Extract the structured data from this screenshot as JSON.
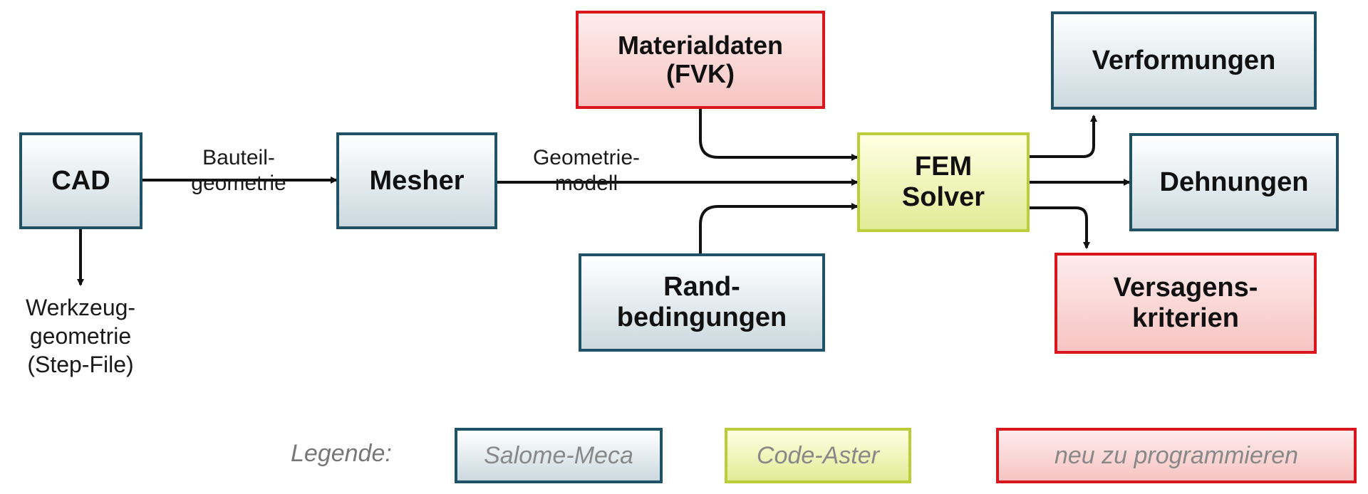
{
  "nodes": {
    "cad": "CAD",
    "mesher": "Mesher",
    "material": [
      "Materialdaten",
      "(FVK)"
    ],
    "fem": [
      "FEM",
      "Solver"
    ],
    "rand": [
      "Rand-",
      "bedingungen"
    ],
    "verformungen": "Verformungen",
    "dehnungen": "Dehnungen",
    "versagen": [
      "Versagens-",
      "kriterien"
    ]
  },
  "edge_labels": {
    "bauteil": [
      "Bauteil-",
      "geometrie"
    ],
    "geometrie": [
      "Geometrie-",
      "modell"
    ],
    "werkzeug": [
      "Werkzeug-",
      "geometrie",
      "(Step-File)"
    ]
  },
  "legend": {
    "title": "Legende:",
    "salome": "Salome-Meca",
    "aster": "Code-Aster",
    "neu": "neu zu programmieren"
  },
  "colors": {
    "salome_border": "#1f5266",
    "aster_border": "#bccd3a",
    "neu_border": "#d9161c",
    "arrow": "#111111"
  }
}
